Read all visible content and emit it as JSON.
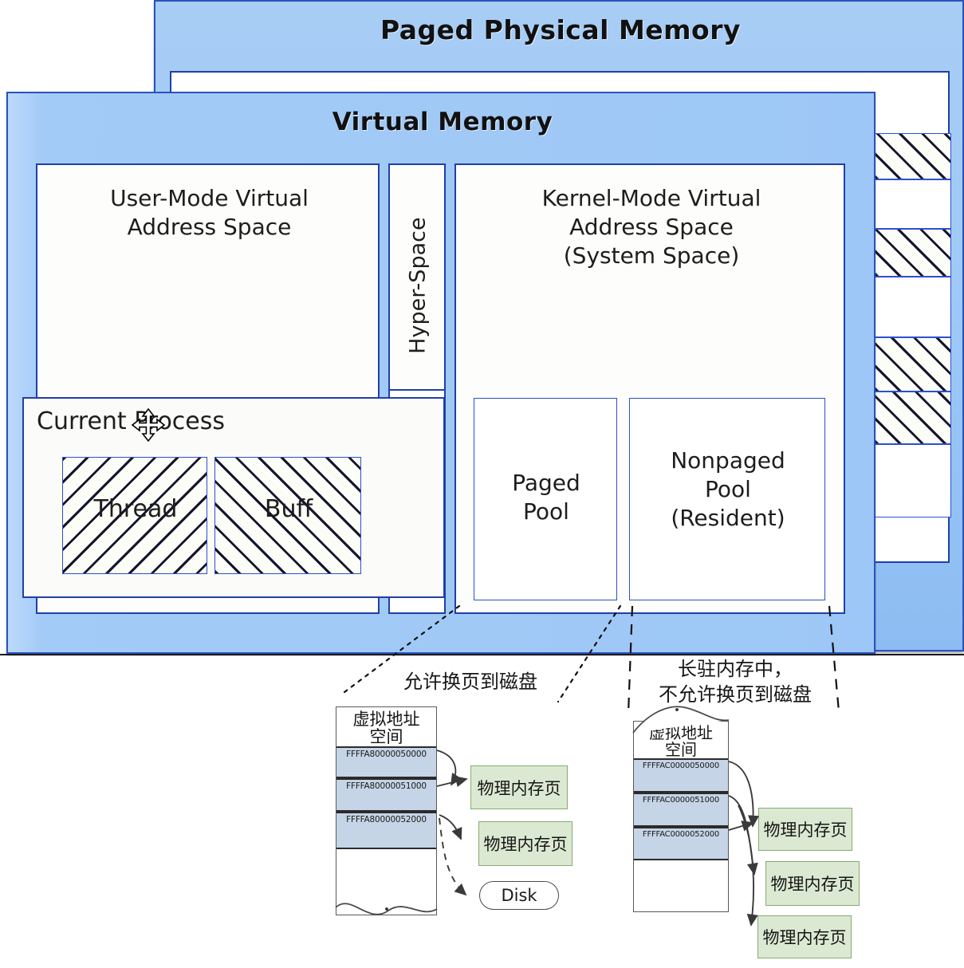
{
  "diagram": {
    "outer": {
      "title": "Paged Physical Memory"
    },
    "virtual_memory": {
      "title": "Virtual Memory"
    },
    "regions": {
      "user_mode": "User-Mode Virtual\nAddress Space",
      "user_mode_line1": "User-Mode Virtual",
      "user_mode_line2": "Address Space",
      "hyper_space": "Hyper-Space",
      "kernel_mode_line1": "Kernel-Mode Virtual",
      "kernel_mode_line2": "Address Space",
      "kernel_mode_line3": "(System Space)",
      "current_process": "Current Process",
      "thread": "Thread",
      "buff": "Buff",
      "paged_pool_line1": "Paged",
      "paged_pool_line2": "Pool",
      "nonpaged_pool_line1": "Nonpaged",
      "nonpaged_pool_line2": "Pool",
      "nonpaged_pool_line3": "(Resident)"
    },
    "annotations": {
      "left_note": "允许换页到磁盘",
      "right_note_line1": "长驻内存中，",
      "right_note_line2": "不允许换页到磁盘"
    },
    "paged_example": {
      "title_line1": "虚拟地址",
      "title_line2": "空间",
      "addresses": [
        "FFFFA80000050000",
        "FFFFA80000051000",
        "FFFFA80000052000"
      ],
      "physical_pages": [
        "物理内存页",
        "物理内存页"
      ],
      "disk_label": "Disk"
    },
    "nonpaged_example": {
      "title_line1": "虚拟地址",
      "title_line2": "空间",
      "addresses": [
        "FFFFAC0000050000",
        "FFFFAC0000051000",
        "FFFFAC0000052000"
      ],
      "physical_pages": [
        "物理内存页",
        "物理内存页",
        "物理内存页"
      ]
    },
    "cursor": {
      "name": "move-cursor"
    },
    "colors": {
      "blue_fill": "#9fc9f7",
      "blue_border": "#2a52be",
      "inner_border": "#1f3fa8",
      "page_fill": "#dbe9d2",
      "page_border": "#86ab72",
      "cell_fill": "#c5d4e6"
    }
  }
}
